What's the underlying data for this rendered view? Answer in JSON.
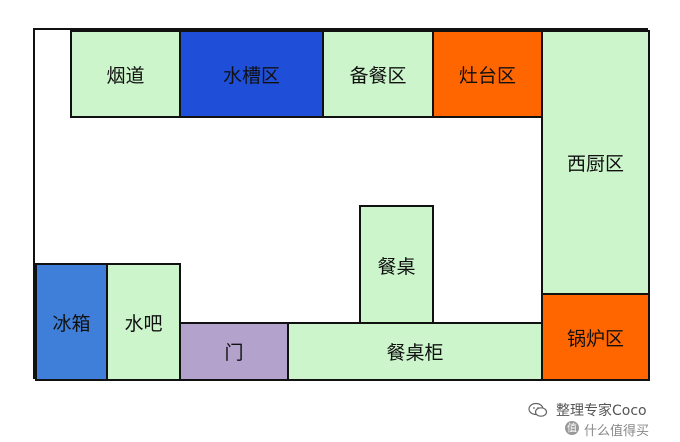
{
  "zones": [
    {
      "label": "烟道",
      "color": "#ccf5cc"
    },
    {
      "label": "水槽区",
      "color": "#1f4fd8"
    },
    {
      "label": "备餐区",
      "color": "#ccf5cc"
    },
    {
      "label": "灶台区",
      "color": "#ff6600"
    },
    {
      "label": "西厨区",
      "color": "#ccf5cc"
    },
    {
      "label": "餐桌",
      "color": "#ccf5cc"
    },
    {
      "label": "冰箱",
      "color": "#3f7fd9"
    },
    {
      "label": "水吧",
      "color": "#ccf5cc"
    },
    {
      "label": "门",
      "color": "#b3a3cc"
    },
    {
      "label": "餐桌柜",
      "color": "#ccf5cc"
    },
    {
      "label": "锅炉区",
      "color": "#ff6600"
    }
  ],
  "watermark": {
    "line1": "整理专家Coco",
    "line2": "什么值得买"
  }
}
